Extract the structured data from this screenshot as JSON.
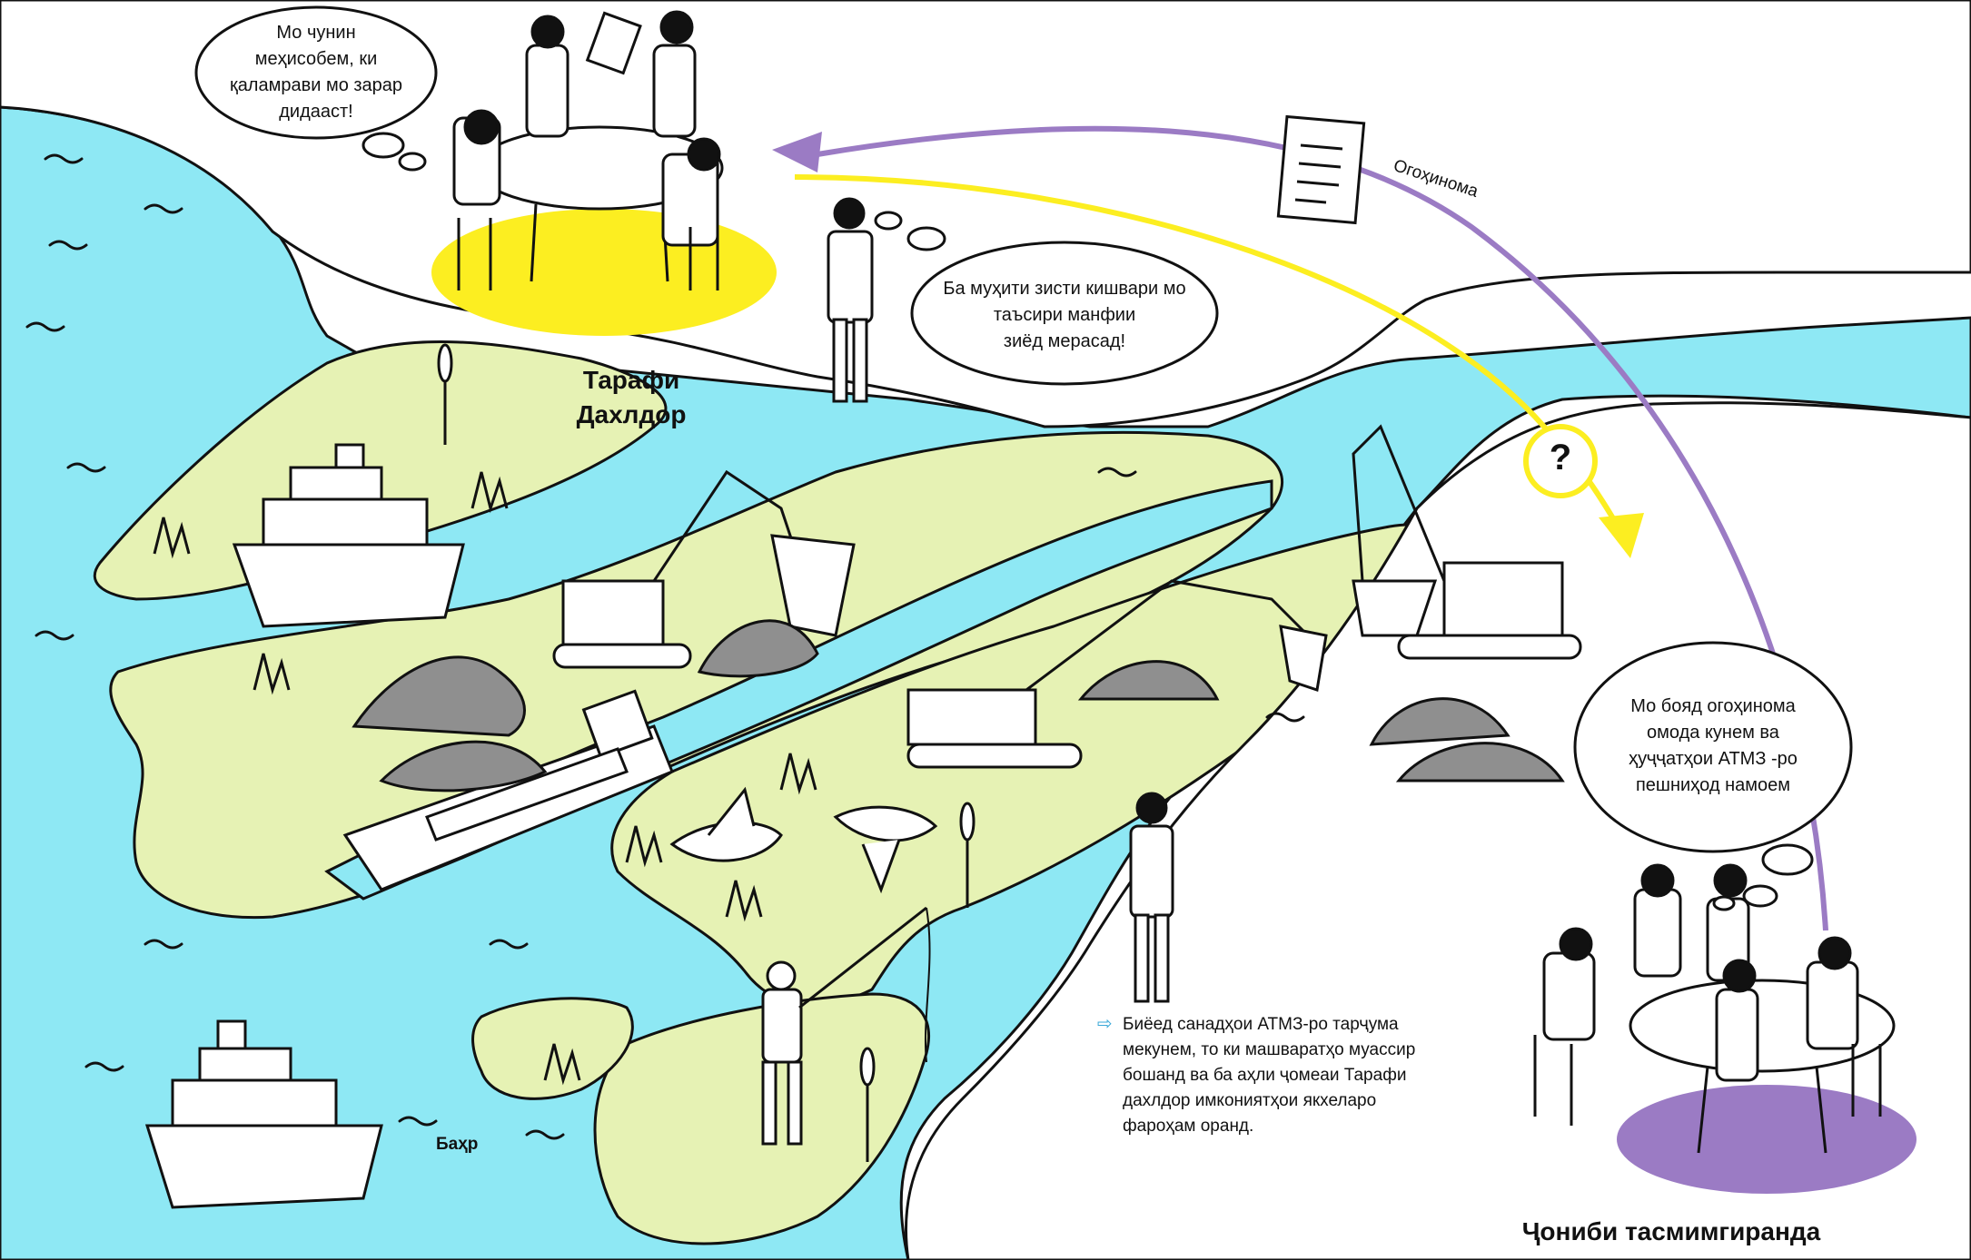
{
  "bubbles": {
    "affected_party": [
      "Мо чунин",
      "меҳисобем, ки",
      "қаламрави мо зарар",
      "дидааст!"
    ],
    "citizen": [
      "Ба муҳити зисти кишвари мо",
      "таъсири манфии",
      "зиёд мерасад!"
    ],
    "decision_party": [
      "Мо бояд огоҳинома",
      "омода кунем ва",
      "ҳуҷҷатҳои АТМЗ -ро",
      "пешниҳод намоем"
    ]
  },
  "labels": {
    "affected_party": [
      "Тарафи",
      "Дахлдор"
    ],
    "decision_party": "Ҷониби тасмимгиранда",
    "notice": "Огоҳинома",
    "sea": "Баҳр",
    "question_mark": "?"
  },
  "note": {
    "arrow": "⇨",
    "lines": [
      "Биёед санадҳои АТМЗ-ро тарҷума",
      "мекунем, то ки машваратҳо муассир",
      "бошанд ва ба аҳли ҷомеаи Тарафи",
      "дахлдор имкониятҳои якхеларо",
      "фароҳам оранд."
    ]
  },
  "colors": {
    "water": "#8ee8f4",
    "land": "#e6f2b4",
    "affected_highlight": "#fcee21",
    "decision_highlight": "#9b7bc4",
    "notice_arrow": "#9b7bc4",
    "question_arrow": "#fcee21",
    "note_arrow": "#3aa8d8",
    "rubble": "#8f8f8f"
  }
}
